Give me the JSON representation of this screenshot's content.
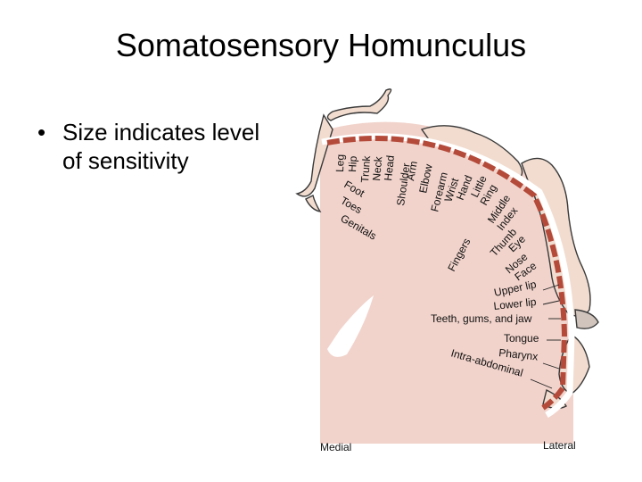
{
  "slide": {
    "title": "Somatosensory Homunculus",
    "bullet": "Size indicates level of sensitivity"
  },
  "figure": {
    "colors": {
      "cortex": "#f1d3cb",
      "strip": "#b44a3a",
      "body_outline": "#3a3a3a"
    },
    "arc_labels": [
      "Leg",
      "Hip",
      "Trunk",
      "Neck",
      "Head",
      "Shoulder",
      "Arm",
      "Elbow",
      "Forearm",
      "Wrist",
      "Hand",
      "Little",
      "Ring",
      "Middle",
      "Index",
      "Thumb",
      "Eye",
      "Nose",
      "Face"
    ],
    "left_labels": [
      "Foot",
      "Toes",
      "Genitals"
    ],
    "fingers_label": "Fingers",
    "lower_labels": [
      "Upper lip",
      "Lower lip",
      "Teeth, gums, and jaw",
      "Tongue",
      "Pharynx",
      "Intra-abdominal"
    ],
    "medial_label": "Medial",
    "lateral_label": "Lateral"
  }
}
